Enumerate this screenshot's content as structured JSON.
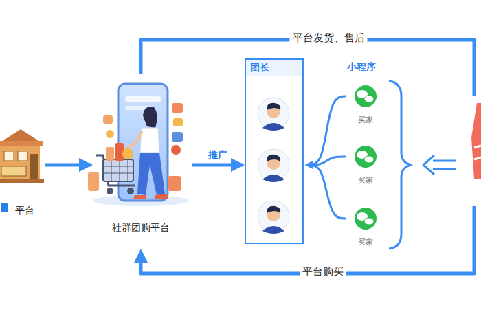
{
  "diagram": {
    "nodes": [
      {
        "text": [
          "平台"
        ]
      },
      {
        "text": [
          "社群团购平台"
        ]
      },
      {
        "text": [
          "团长"
        ]
      },
      {
        "text": [
          "买家"
        ]
      },
      {
        "text": [
          "买家"
        ]
      },
      {
        "text": [
          "买家"
        ]
      }
    ],
    "edges": [
      {
        "from": 0,
        "to": 1,
        "arrow": "to"
      },
      {
        "from": 1,
        "to": 2,
        "label": "推广",
        "arrow": "to"
      },
      {
        "from": 3,
        "to": 2,
        "arrow": "to"
      },
      {
        "from": 4,
        "to": 2,
        "arrow": "to"
      },
      {
        "from": 5,
        "to": 2,
        "arrow": "to"
      }
    ],
    "labels": [
      "小程序",
      "平台发货、售后",
      "平台购买"
    ]
  }
}
